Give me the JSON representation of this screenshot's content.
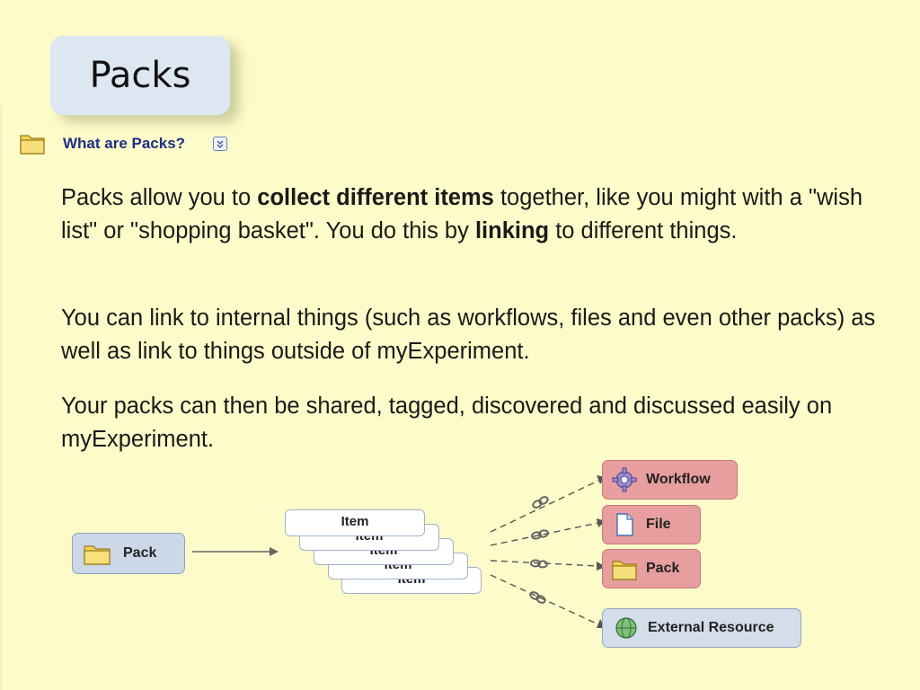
{
  "slide": {
    "title": "Packs",
    "link_text": "What are Packs?"
  },
  "paragraphs": {
    "p1": {
      "a": "Packs allow you to ",
      "b": "collect different items",
      "c": " together, like you might with a \"wish list\" or \"shopping basket\". You do this by ",
      "d": "linking",
      "e": " to different things."
    },
    "p2": "You can link to internal things (such as workflows, files and even other packs) as well as link to things outside of myExperiment.",
    "p3": "Your packs can then be shared, tagged, discovered and discussed easily on myExperiment."
  },
  "diagram": {
    "pack_label": "Pack",
    "items": [
      "Item",
      "Item",
      "Item",
      "Item",
      "Item"
    ],
    "targets": {
      "workflow": "Workflow",
      "file": "File",
      "pack": "Pack",
      "external": "External Resource"
    }
  },
  "icons": {
    "folder": "folder-icon",
    "toggle": "expand-toggle-icon",
    "gear": "gear-icon",
    "file": "file-icon",
    "globe": "globe-icon",
    "chain": "chain-link-icon"
  },
  "colors": {
    "background": "#fdfbc9",
    "title_tab": "#dde7f1",
    "link": "#1d2f86",
    "target_box": "#e79e9e",
    "pack_box": "#ccd8e8"
  }
}
